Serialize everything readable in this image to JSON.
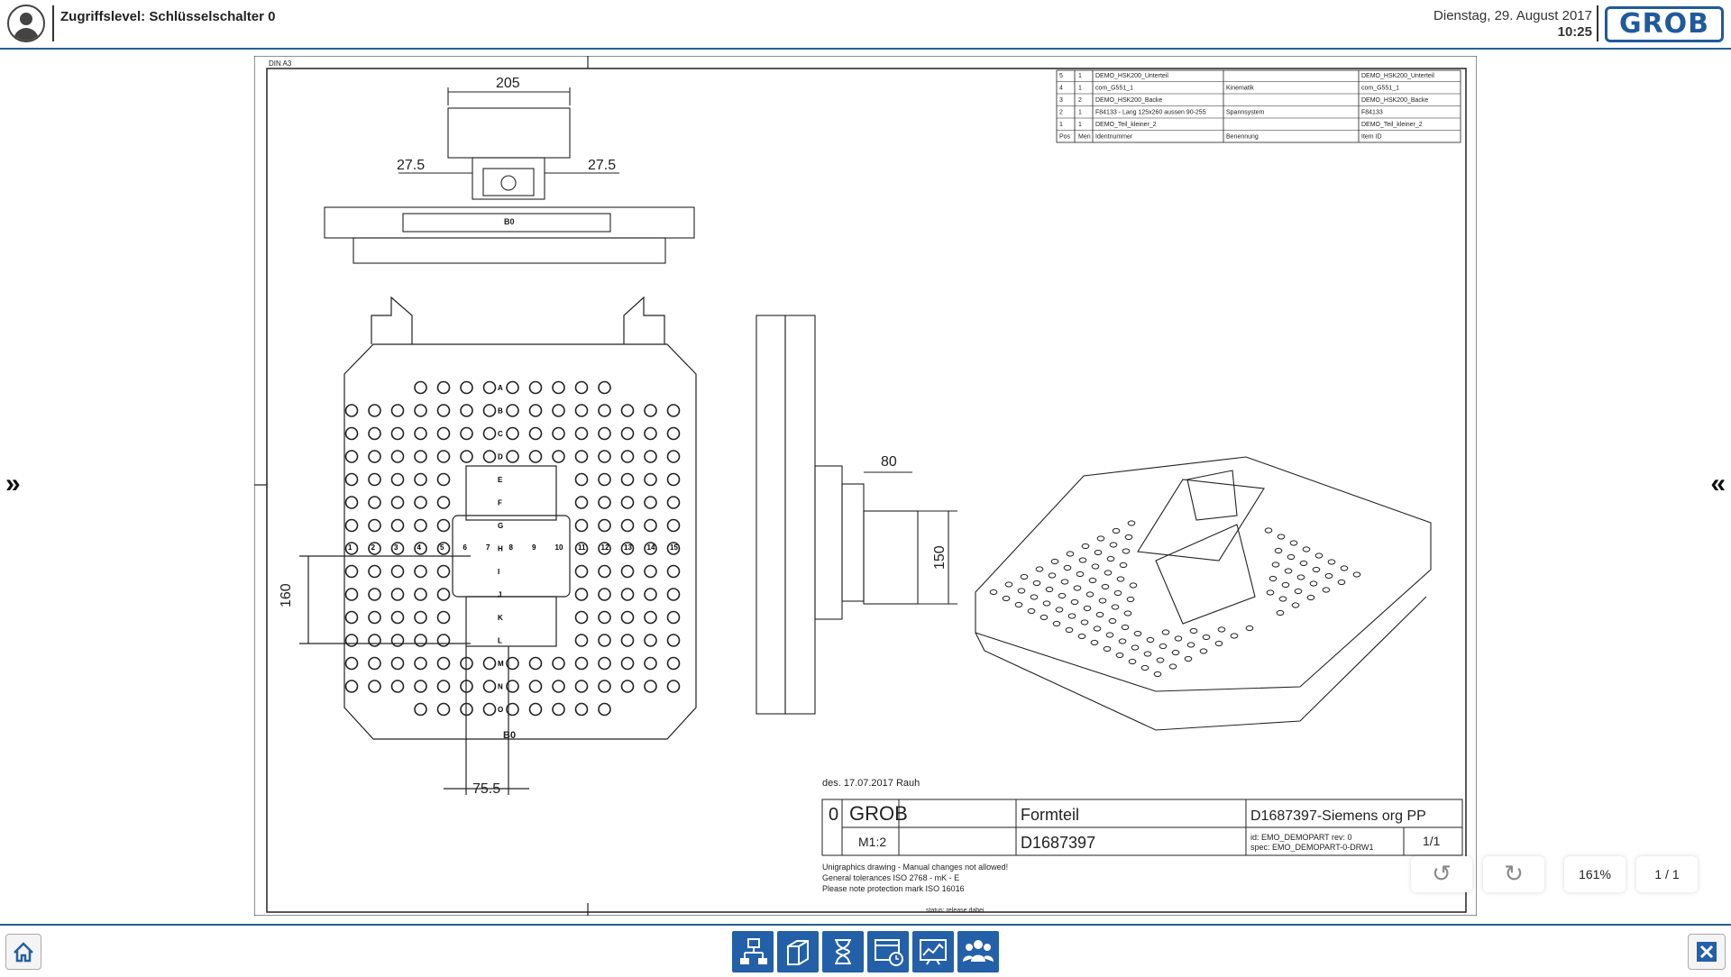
{
  "header": {
    "access_level": "Zugriffslevel: Schlüsselschalter 0",
    "date": "Dienstag, 29. August 2017",
    "time": "10:25",
    "logo_text": "GROB"
  },
  "nav": {
    "left_arrow": "»",
    "right_arrow": "«"
  },
  "drawing": {
    "sheet_size": "DIN A3",
    "dims": {
      "width_top": "205",
      "offset_left": "27.5",
      "offset_right": "27.5",
      "d80": "80",
      "d150": "150",
      "d160": "160",
      "d75": "75.5"
    },
    "label_b0": "B0",
    "row_letters": [
      "A",
      "B",
      "C",
      "D",
      "E",
      "F",
      "G",
      "H",
      "I",
      "J",
      "K",
      "L",
      "M",
      "N",
      "O"
    ],
    "col_numbers": [
      "1",
      "2",
      "3",
      "4",
      "5",
      "6",
      "7",
      "8",
      "9",
      "10",
      "11",
      "12",
      "13",
      "14",
      "15"
    ],
    "parts_list": {
      "rows": [
        {
          "pos": "5",
          "qty": "1",
          "ident": "DEMO_HSK200_Unterteil",
          "name": "",
          "item": "DEMO_HSK200_Unterteil"
        },
        {
          "pos": "4",
          "qty": "1",
          "ident": "com_G551_1",
          "name": "Kinematik",
          "item": "com_G551_1"
        },
        {
          "pos": "3",
          "qty": "2",
          "ident": "DEMO_HSK200_Backe",
          "name": "",
          "item": "DEMO_HSK200_Backe"
        },
        {
          "pos": "2",
          "qty": "1",
          "ident": "F84133 - Lang 125x260 aussen 90-255",
          "name": "Spannsystem",
          "item": "F84133"
        },
        {
          "pos": "1",
          "qty": "1",
          "ident": "DEMO_Teil_kleiner_2",
          "name": "",
          "item": "DEMO_Teil_kleiner_2"
        }
      ],
      "header": {
        "pos": "Pos",
        "qty": "Men",
        "ident": "Identnummer",
        "name": "Benennung",
        "item": "Item ID"
      }
    },
    "title_block": {
      "designer_line": "des.  17.07.2017   Rauh",
      "rev": "0",
      "company": "GROB",
      "scale": "M1:2",
      "part_type": "Formteil",
      "part_number": "D1687397",
      "drawing_title": "D1687397-Siemens org PP",
      "id_line": "id: EMO_DEMOPART rev: 0",
      "spec_line": "spec: EMO_DEMOPART-0-DRW1",
      "sheet": "1/1",
      "notes": [
        "Unigraphics drawing - Manual changes not allowed!",
        "General tolerances ISO 2768 - mK - E",
        "Please note protection mark ISO 16016"
      ],
      "status": "status:  release dabei"
    }
  },
  "viewer": {
    "zoom": "161%",
    "page": "1 / 1",
    "undo_icon": "rotate-left-icon",
    "redo_icon": "rotate-right-icon"
  },
  "footer": {
    "buttons": [
      "home-icon",
      "machine-tree-icon",
      "cube-icon",
      "hourglass-icon",
      "calendar-clock-icon",
      "chart-icon",
      "users-icon",
      "close-box-icon"
    ],
    "accent": "#2360a8"
  }
}
